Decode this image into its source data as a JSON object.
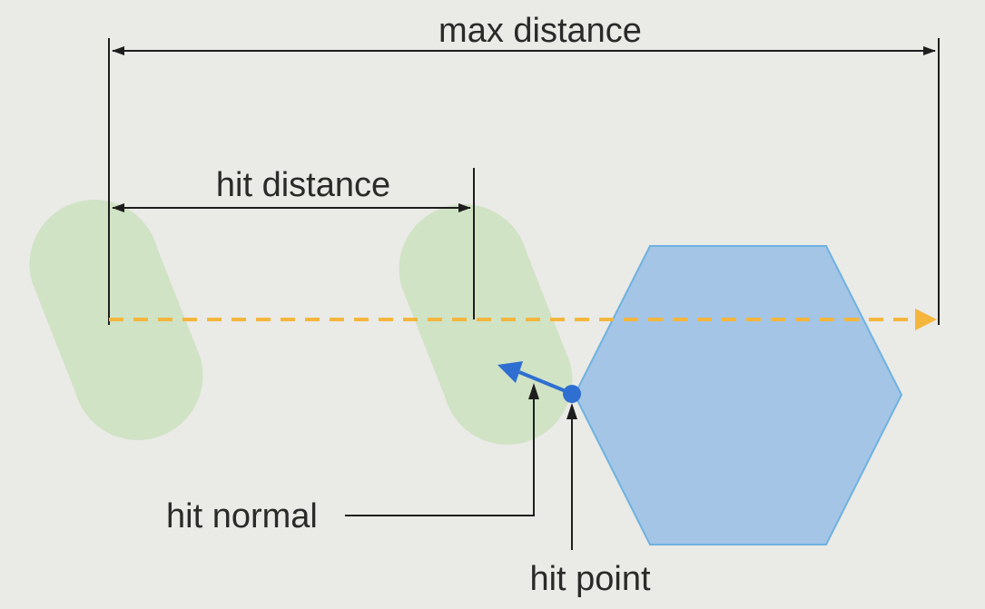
{
  "labels": {
    "max_distance": "max distance",
    "hit_distance": "hit distance",
    "hit_normal": "hit normal",
    "hit_point": "hit point"
  },
  "colors": {
    "background": "#eaeae6",
    "capsule": "#cfe3c3",
    "hexagon_fill": "#a4c5e6",
    "hexagon_stroke": "#6fb2e0",
    "ray": "#f4b63c",
    "normal": "#2e6fd1",
    "lines": "#1e1e1e"
  }
}
